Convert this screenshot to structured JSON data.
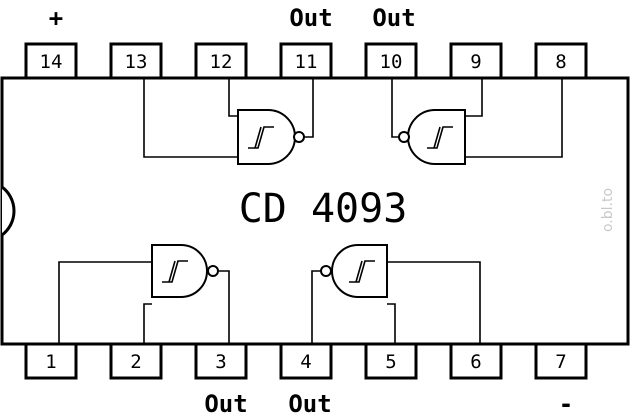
{
  "chip": {
    "name": "CD 4093"
  },
  "pins_top": [
    "14",
    "13",
    "12",
    "11",
    "10",
    "9",
    "8"
  ],
  "pins_bottom": [
    "1",
    "2",
    "3",
    "4",
    "5",
    "6",
    "7"
  ],
  "labels": {
    "plus": "+",
    "minus": "-",
    "out_11": "Out",
    "out_10": "Out",
    "out_3": "Out",
    "out_4": "Out"
  },
  "watermark": "o.bl.to"
}
